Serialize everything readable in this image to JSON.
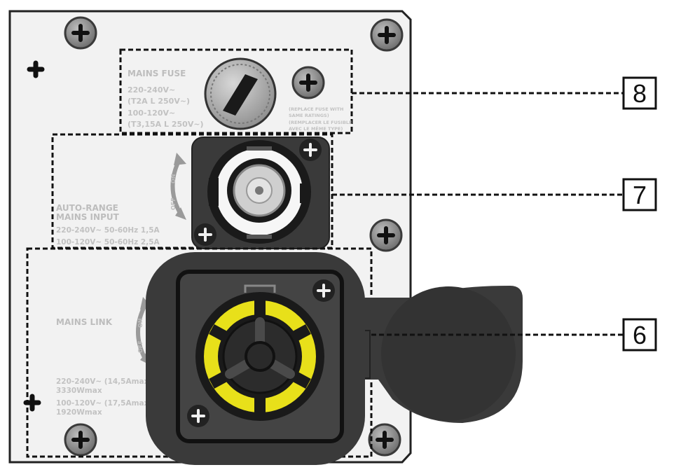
{
  "fuse": {
    "title": "MAINS  FUSE",
    "line1": "220-240V~",
    "line2": "(T2A L 250V~)",
    "line3": "100-120V~",
    "line4": "(T3,15A L 250V~)",
    "note1": "(REPLACE FUSE WITH",
    "note2": "SAME RATINGS)",
    "note3": "(REMPLACER LE FUSIBLE",
    "note4": "AVEC LE MÊME TYPE)"
  },
  "input": {
    "title1": "AUTO-RANGE",
    "title2": "MAINS INPUT",
    "spec1": "220-240V~ 50-60Hz 1,5A",
    "spec2": "100-120V~ 50-60Hz  2,5A",
    "on": "ON",
    "off": "OFF"
  },
  "link": {
    "title": "MAINS LINK",
    "spec1": "220-240V~ (14,5Amax)",
    "spec2": "3330Wmax",
    "spec3": "100-120V~ (17,5Amax)",
    "spec4": "1920Wmax",
    "on": "ON",
    "off": "OFF"
  },
  "callouts": [
    "8",
    "7",
    "6"
  ],
  "colors": {
    "panel": "#f2f2f2",
    "connector": "#3a3a3a",
    "accent_yellow": "#e8e01a"
  }
}
